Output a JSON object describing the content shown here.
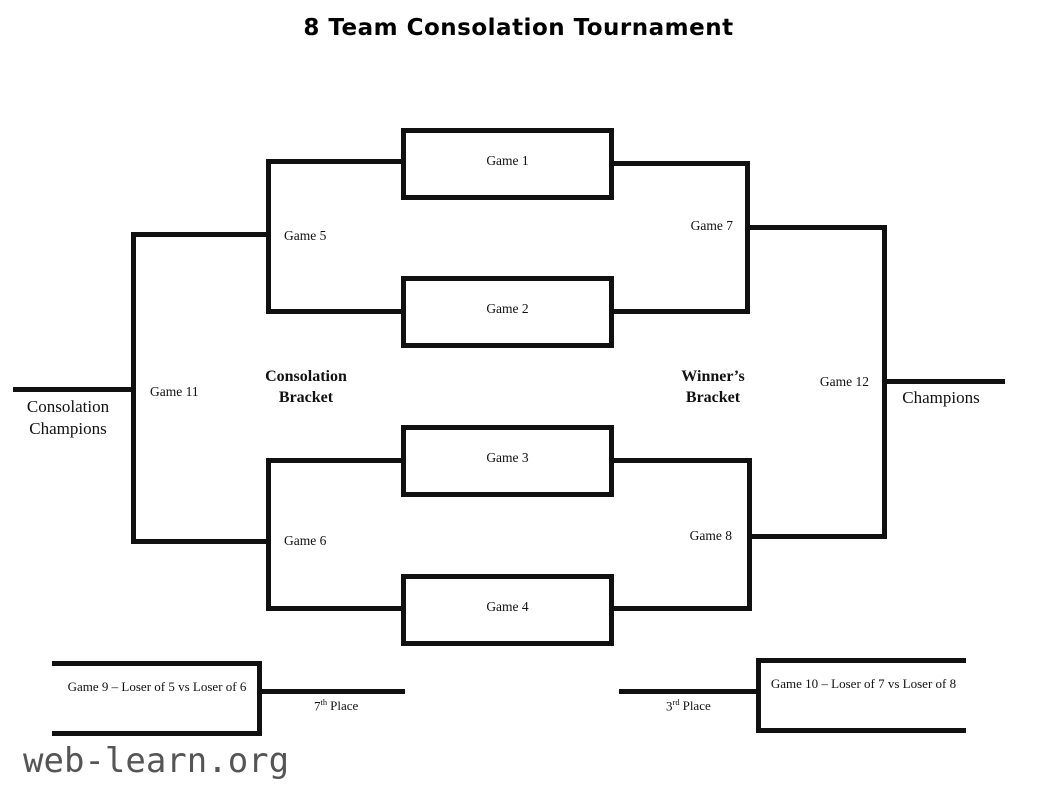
{
  "title": "8 Team Consolation Tournament",
  "watermark": "web-learn.org",
  "colors": {
    "line": "#111111",
    "background": "#ffffff",
    "watermark_gray": "#555555"
  },
  "bracket_labels": {
    "consolation_bracket_line1": "Consolation",
    "consolation_bracket_line2": "Bracket",
    "winners_bracket_line1": "Winner’s",
    "winners_bracket_line2": "Bracket",
    "consolation_champions_line1": "Consolation",
    "consolation_champions_line2": "Champions",
    "champions": "Champions"
  },
  "games": {
    "game1": "Game 1",
    "game2": "Game 2",
    "game3": "Game 3",
    "game4": "Game 4",
    "game5": "Game 5",
    "game6": "Game 6",
    "game7": "Game 7",
    "game8": "Game 8",
    "game11": "Game 11",
    "game12": "Game 12"
  },
  "consolation_finals": {
    "game9": "Game 9 – Loser of 5 vs Loser of 6",
    "game10": "Game 10 – Loser of 7 vs Loser of 8"
  },
  "places": {
    "seventh": {
      "number": "7",
      "ordinal": "th",
      "label": "Place"
    },
    "third": {
      "number": "3",
      "ordinal": "rd",
      "label": "Place"
    }
  }
}
